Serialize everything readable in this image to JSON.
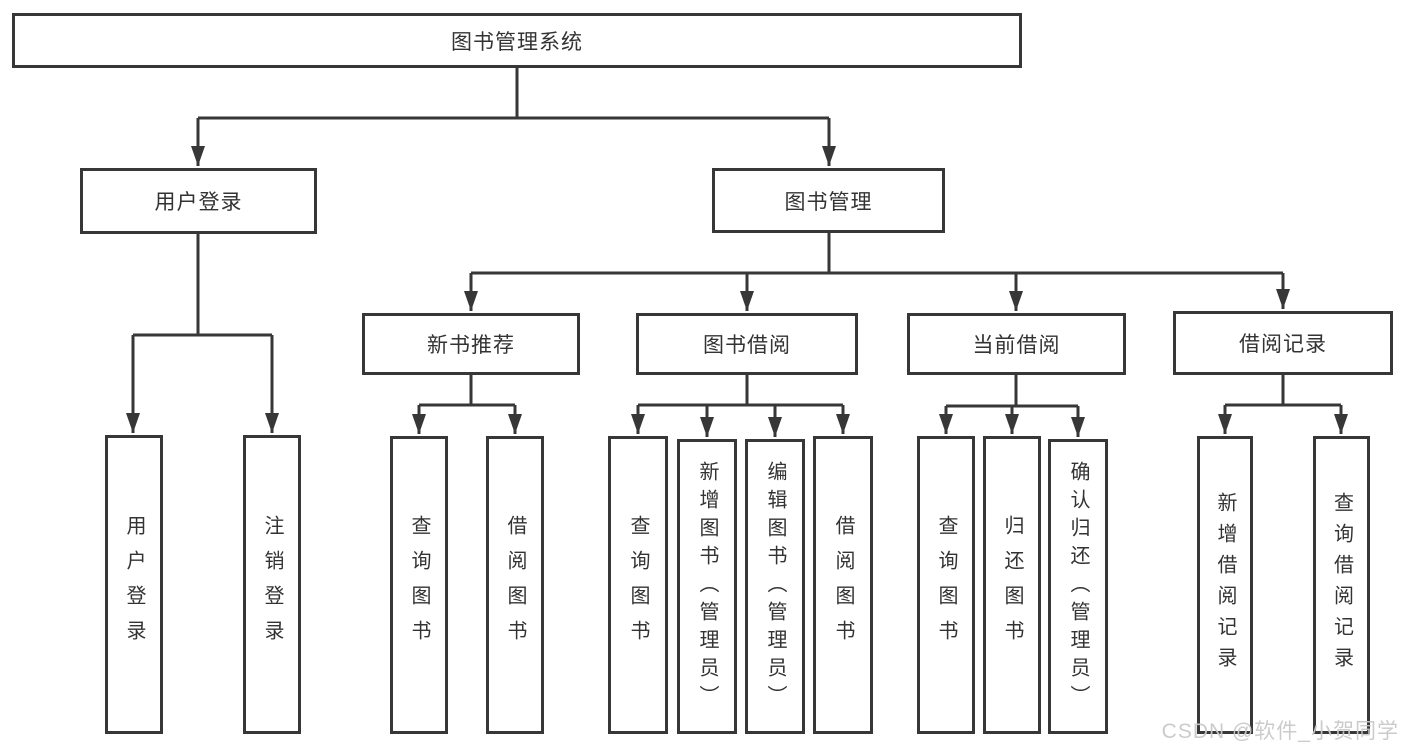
{
  "tree": {
    "root": "图书管理系统",
    "branches": [
      {
        "label": "用户登录",
        "children": [
          "用户登录",
          "注销登录"
        ]
      },
      {
        "label": "图书管理",
        "groups": [
          {
            "label": "新书推荐",
            "children": [
              "查询图书",
              "借阅图书"
            ]
          },
          {
            "label": "图书借阅",
            "children": [
              "查询图书",
              "新增图书（管理员）",
              "编辑图书（管理员）",
              "借阅图书"
            ]
          },
          {
            "label": "当前借阅",
            "children": [
              "查询图书",
              "归还图书",
              "确认归还（管理员）"
            ]
          },
          {
            "label": "借阅记录",
            "children": [
              "新增借阅记录",
              "查询借阅记录"
            ]
          }
        ]
      }
    ]
  },
  "watermark": "CSDN @软件_小贺同学",
  "colors": {
    "line": "#373737",
    "text": "#333333",
    "watermark": "#c9c9c9",
    "background": "#ffffff"
  }
}
